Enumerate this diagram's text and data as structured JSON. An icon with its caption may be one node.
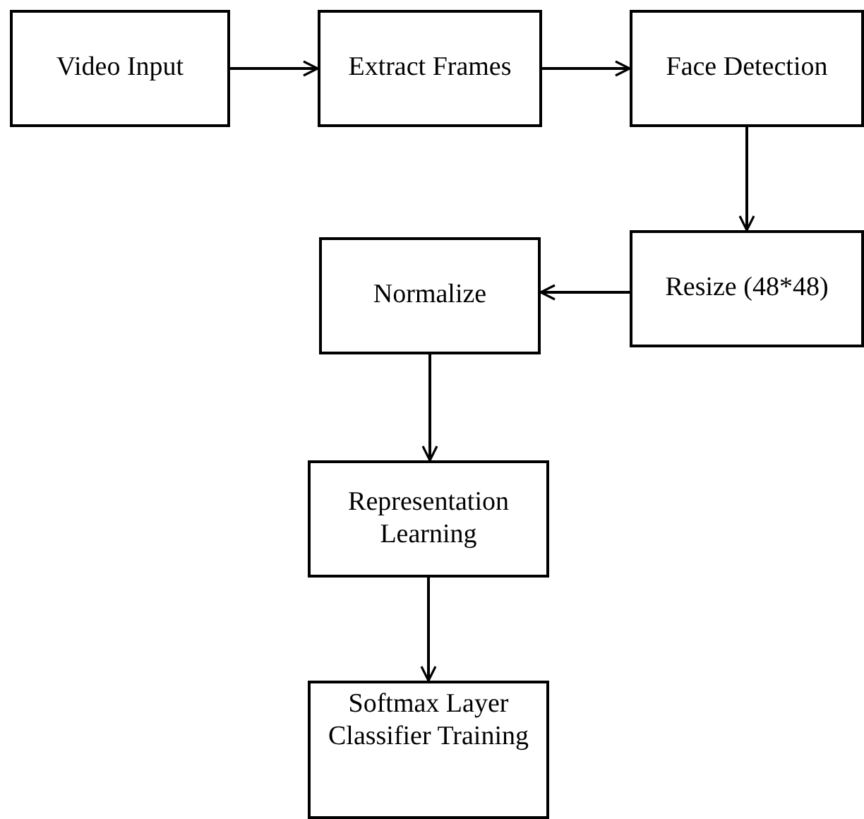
{
  "diagram": {
    "nodes": [
      {
        "text": [
          "Video Input"
        ]
      },
      {
        "text": [
          "Extract Frames"
        ]
      },
      {
        "text": [
          "Face Detection"
        ]
      },
      {
        "text": [
          "Resize (48*48)"
        ]
      },
      {
        "text": [
          "Normalize"
        ]
      },
      {
        "text": [
          "Representation Learning"
        ]
      },
      {
        "text": [
          "Softmax Layer Classifier Training"
        ]
      }
    ],
    "edges": [
      {
        "from": 0,
        "to": 1,
        "arrow": "to"
      },
      {
        "from": 1,
        "to": 2,
        "arrow": "to"
      },
      {
        "from": 2,
        "to": 3,
        "arrow": "to"
      },
      {
        "from": 3,
        "to": 4,
        "arrow": "to"
      },
      {
        "from": 4,
        "to": 5,
        "arrow": "to"
      },
      {
        "from": 5,
        "to": 6,
        "arrow": "to"
      }
    ]
  }
}
